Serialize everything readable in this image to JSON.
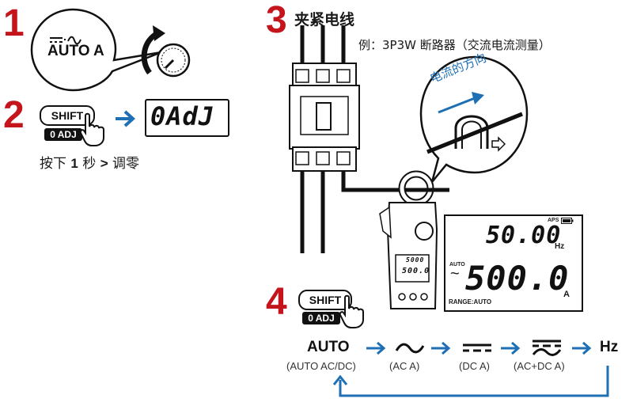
{
  "steps": {
    "s1": {
      "num": "1",
      "bubble_mode": "AUTO A"
    },
    "s2": {
      "num": "2",
      "shift_label": "SHIFT",
      "zero_label": "0 ADJ",
      "display": "0AdJ",
      "caption_a": "按下",
      "caption_num": "1",
      "caption_b": "秒",
      "caption_gt": ">",
      "caption_c": "调零"
    },
    "s3": {
      "num": "3",
      "title": "夹紧电线",
      "subtitle": "例：3P3W 断路器（交流电流测量）",
      "direction_label": "电流的方向"
    },
    "s4": {
      "num": "4",
      "shift_label": "SHIFT",
      "zero_label": "0 ADJ"
    }
  },
  "meter_zoom": {
    "aps_label": "APS",
    "top_value": "50.00",
    "top_unit": "Hz",
    "auto_label": "AUTO",
    "tilde": "~",
    "main_value": "500.0",
    "main_unit": "A",
    "range_label": "RANGE:AUTO"
  },
  "meter_small": {
    "top_value": "5000",
    "main_value": "500.0"
  },
  "modes": [
    {
      "icon": "auto-text",
      "label": "AUTO",
      "sub": "(AUTO AC/DC)"
    },
    {
      "icon": "ac-icon",
      "label": "",
      "sub": "(AC A)"
    },
    {
      "icon": "dc-icon",
      "label": "",
      "sub": "(DC A)"
    },
    {
      "icon": "acdc-icon",
      "label": "",
      "sub": "(AC+DC A)"
    },
    {
      "icon": "hz-text",
      "label": "Hz",
      "sub": ""
    }
  ],
  "colors": {
    "step_red": "#c4151c",
    "arrow_blue": "#1f6fb5",
    "ink": "#111111"
  }
}
